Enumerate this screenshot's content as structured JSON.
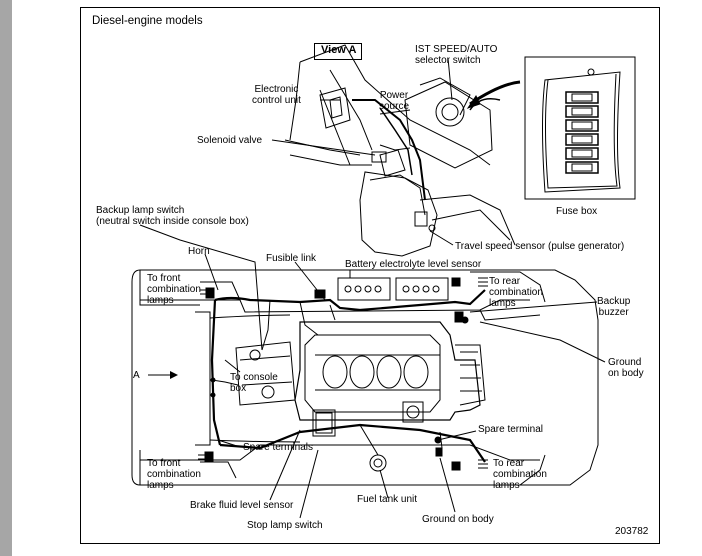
{
  "title": "Diesel-engine models",
  "view_label": "View A",
  "direction_label": "A",
  "figure_number": "203782",
  "labels": {
    "ist_switch": "IST SPEED/AUTO\nselector switch",
    "ecu": "Electronic\ncontrol unit",
    "power_source": "Power\nsource",
    "solenoid_valve": "Solenoid valve",
    "fuse_box": "Fuse box",
    "backup_lamp_switch": "Backup lamp switch\n(neutral switch inside console box)",
    "travel_speed_sensor": "Travel speed sensor (pulse generator)",
    "horn": "Horn",
    "fusible_link": "Fusible link",
    "battery_sensor": "Battery electrolyte level sensor",
    "front_lamps_top": "To front\ncombination\nlamps",
    "rear_lamps_top": "To rear\ncombination\nlamps",
    "backup_buzzer": "Backup\nbuzzer",
    "ground_on_body_right": "Ground\non body",
    "console_box": "To console\nbox",
    "spare_terminal": "Spare terminal",
    "spare_terminals": "Spare terminals",
    "front_lamps_bottom": "To front\ncombination\nlamps",
    "rear_lamps_bottom": "To rear\ncombination\nlamps",
    "brake_fluid_sensor": "Brake fluid level sensor",
    "fuel_tank_unit": "Fuel tank unit",
    "stop_lamp_switch": "Stop lamp switch",
    "ground_on_body_bottom": "Ground on body"
  }
}
